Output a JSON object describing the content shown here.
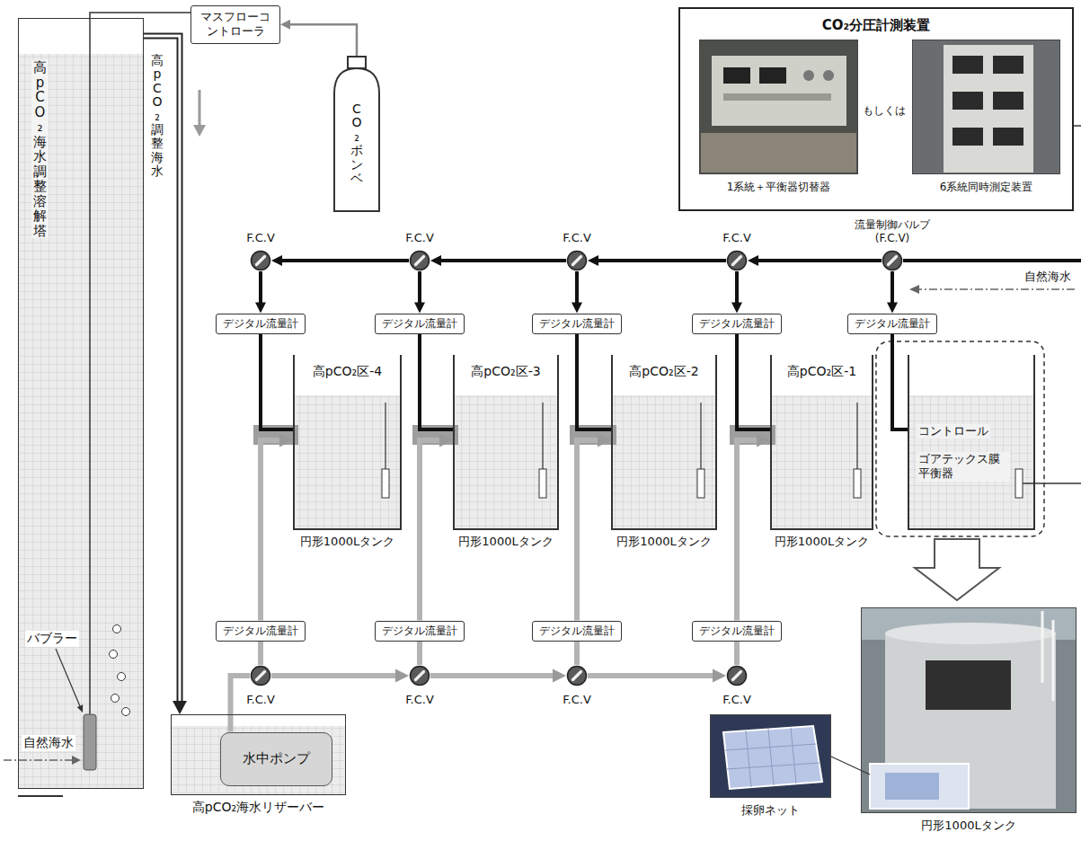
{
  "diagram": {
    "nodes": [
      {
        "text": [
          "高pCO₂海水調整溶解塔"
        ]
      },
      {
        "text": [
          "マスフローコントローラ"
        ]
      },
      {
        "text": [
          "CO₂ ボンベ"
        ]
      },
      {
        "text": [
          "CO₂分圧計測装置"
        ]
      },
      {
        "text": [
          "1系統＋平衡器切替器"
        ],
        "in": 3
      },
      {
        "text": [
          "6系統同時測定装置"
        ],
        "in": 3
      },
      {
        "text": [
          "F.C.V"
        ]
      },
      {
        "text": [
          "F.C.V"
        ]
      },
      {
        "text": [
          "F.C.V"
        ]
      },
      {
        "text": [
          "F.C.V"
        ]
      },
      {
        "text": [
          "流量制御バルブ (F.C.V)"
        ]
      },
      {
        "text": [
          "デジタル流量計"
        ]
      },
      {
        "text": [
          "デジタル流量計"
        ]
      },
      {
        "text": [
          "デジタル流量計"
        ]
      },
      {
        "text": [
          "デジタル流量計"
        ]
      },
      {
        "text": [
          "デジタル流量計"
        ]
      },
      {
        "text": [
          "高pCO₂区-4",
          "円形1000Lタンク"
        ]
      },
      {
        "text": [
          "高pCO₂区-3",
          "円形1000Lタンク"
        ]
      },
      {
        "text": [
          "高pCO₂区-2",
          "円形1000Lタンク"
        ]
      },
      {
        "text": [
          "高pCO₂区-1",
          "円形1000Lタンク"
        ]
      },
      {
        "text": [
          "コントロール",
          "ゴアテックス膜平衡器"
        ]
      },
      {
        "text": [
          "デジタル流量計"
        ]
      },
      {
        "text": [
          "デジタル流量計"
        ]
      },
      {
        "text": [
          "デジタル流量計"
        ]
      },
      {
        "text": [
          "デジタル流量計"
        ]
      },
      {
        "text": [
          "F.C.V"
        ]
      },
      {
        "text": [
          "F.C.V"
        ]
      },
      {
        "text": [
          "F.C.V"
        ]
      },
      {
        "text": [
          "F.C.V"
        ]
      },
      {
        "text": [
          "高pCO₂海水リザーバー"
        ]
      },
      {
        "text": [
          "水中ポンプ"
        ],
        "in": 29
      },
      {
        "text": [
          "採卵ネット"
        ]
      },
      {
        "text": [
          "円形1000Lタンク"
        ]
      }
    ],
    "edges": [
      {
        "from": 2,
        "to": 1,
        "arrow": "to"
      },
      {
        "from": 1,
        "to": 0,
        "arrow": "none"
      },
      {
        "from": 0,
        "to": 29,
        "arrow": "to"
      },
      {
        "from": 30,
        "to": 25,
        "arrow": "none"
      },
      {
        "from": 25,
        "to": 26,
        "arrow": "to"
      },
      {
        "from": 26,
        "to": 27,
        "arrow": "to"
      },
      {
        "from": 27,
        "to": 28,
        "arrow": "to"
      },
      {
        "from": 25,
        "to": 21,
        "arrow": "none"
      },
      {
        "from": 26,
        "to": 22,
        "arrow": "none"
      },
      {
        "from": 27,
        "to": 23,
        "arrow": "none"
      },
      {
        "from": 28,
        "to": 24,
        "arrow": "none"
      },
      {
        "from": 21,
        "to": 16,
        "arrow": "to"
      },
      {
        "from": 22,
        "to": 17,
        "arrow": "to"
      },
      {
        "from": 23,
        "to": 18,
        "arrow": "to"
      },
      {
        "from": 24,
        "to": 19,
        "arrow": "to"
      },
      {
        "from": 10,
        "to": 9,
        "arrow": "to"
      },
      {
        "from": 9,
        "to": 8,
        "arrow": "to"
      },
      {
        "from": 8,
        "to": 7,
        "arrow": "to"
      },
      {
        "from": 7,
        "to": 6,
        "arrow": "to"
      },
      {
        "from": 6,
        "to": 11,
        "arrow": "to"
      },
      {
        "from": 7,
        "to": 12,
        "arrow": "to"
      },
      {
        "from": 8,
        "to": 13,
        "arrow": "to"
      },
      {
        "from": 9,
        "to": 14,
        "arrow": "to"
      },
      {
        "from": 10,
        "to": 15,
        "arrow": "to"
      },
      {
        "from": 11,
        "to": 16,
        "arrow": "none"
      },
      {
        "from": 12,
        "to": 17,
        "arrow": "none"
      },
      {
        "from": 13,
        "to": 18,
        "arrow": "none"
      },
      {
        "from": 14,
        "to": 19,
        "arrow": "none"
      },
      {
        "from": 15,
        "to": 20,
        "arrow": "none"
      }
    ],
    "labels": [
      "高pCO₂調整海水",
      "バブラー",
      "自然海水",
      "もしくは",
      "自然海水"
    ]
  }
}
